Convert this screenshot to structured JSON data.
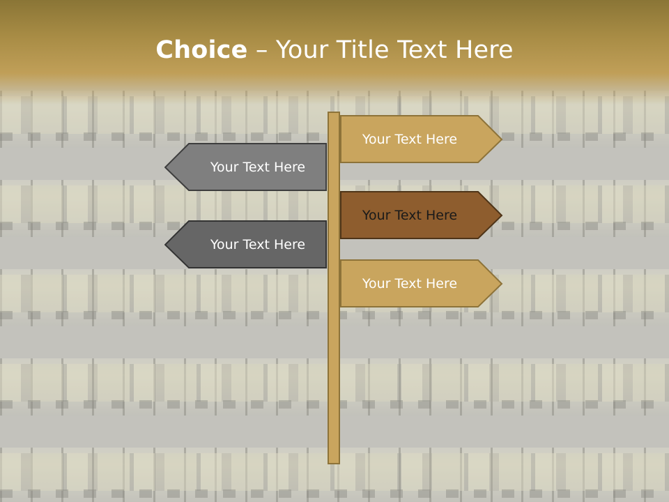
{
  "title": {
    "bold": "Choice",
    "rest": " – Your Title Text Here"
  },
  "signs": [
    {
      "label": "Your Text Here",
      "direction": "right",
      "fill": "#c9a55e",
      "stroke": "#8d7339",
      "text_color": "#ffffff"
    },
    {
      "label": "Your Text Here",
      "direction": "left",
      "fill": "#7f7f7f",
      "stroke": "#3d3d3d",
      "text_color": "#ffffff"
    },
    {
      "label": "Your Text Here",
      "direction": "right",
      "fill": "#8e5d2e",
      "stroke": "#4e3418",
      "text_color": "#1a1a1a"
    },
    {
      "label": "Your Text Here",
      "direction": "left",
      "fill": "#666666",
      "stroke": "#333333",
      "text_color": "#ffffff"
    },
    {
      "label": "Your Text Here",
      "direction": "right",
      "fill": "#c9a55e",
      "stroke": "#8d7339",
      "text_color": "#ffffff"
    }
  ],
  "pole_color": "#c9a55e",
  "title_band_color": "#a88c45"
}
